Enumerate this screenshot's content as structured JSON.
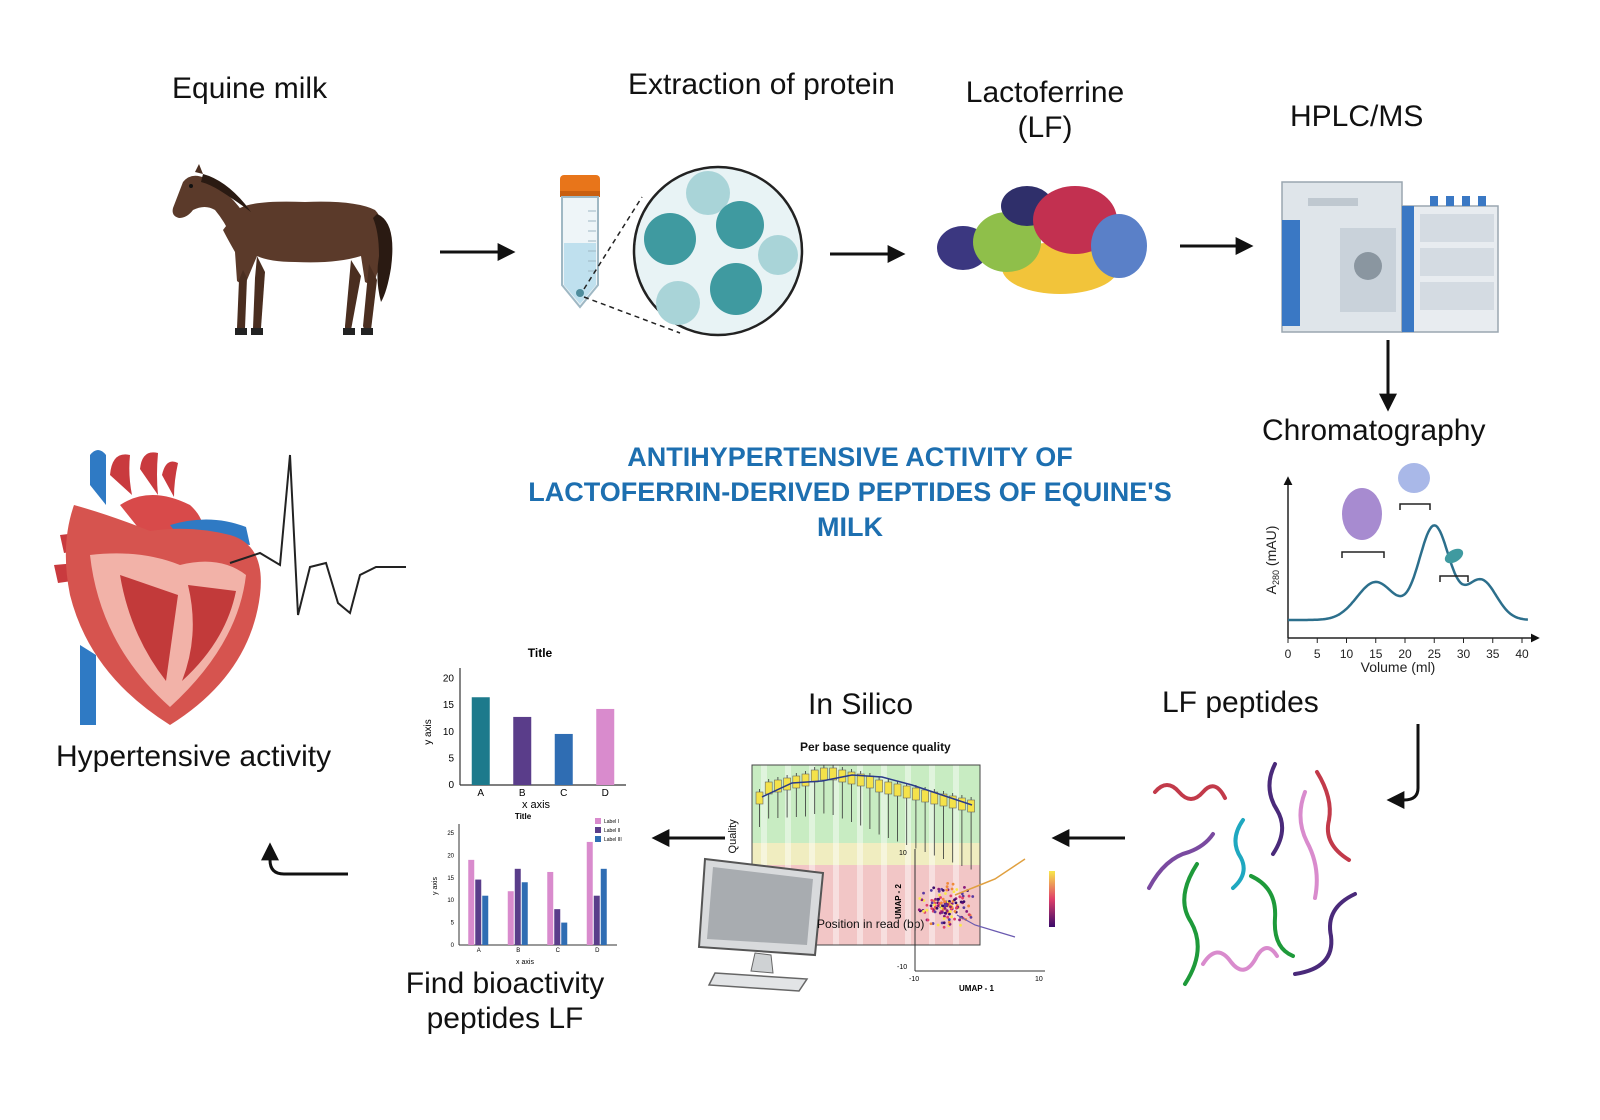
{
  "steps": {
    "equine_milk": "Equine milk",
    "extraction": "Extraction of protein",
    "lactoferrine_line1": "Lactoferrine",
    "lactoferrine_line2": "(LF)",
    "hplc": "HPLC/MS",
    "chromatography": "Chromatography",
    "lf_peptides": "LF peptides",
    "in_silico": "In Silico",
    "find_line1": "Find bioactivity",
    "find_line2": "peptides LF",
    "hypertensive": "Hypertensive activity"
  },
  "center_title": {
    "line1": "ANTIHYPERTENSIVE ACTIVITY OF",
    "line2": "LACTOFERRIN-DERIVED PEPTIDES OF EQUINE'S",
    "line3": "MILK",
    "color": "#1d6fb0"
  },
  "chromatogram": {
    "ylabel": "A280 (mAU)",
    "ylabel_main": "A",
    "ylabel_sub": "280",
    "ylabel_rest": " (mAU)",
    "xlabel": "Volume (ml)",
    "xticks": [
      "0",
      "5",
      "10",
      "15",
      "20",
      "25",
      "30",
      "35",
      "40"
    ],
    "line_color": "#2c6f8c"
  },
  "bar_chart_1": {
    "title": "Title",
    "xlabel": "x axis",
    "ylabel": "y axis",
    "categories": [
      "A",
      "B",
      "C",
      "D"
    ],
    "values": [
      16.5,
      12.8,
      9.6,
      14.3
    ],
    "colors": [
      "#1d7a8c",
      "#5a3d8a",
      "#2f6db3",
      "#d98bcd"
    ],
    "yticks": [
      "0",
      "5",
      "10",
      "15",
      "20"
    ],
    "ylim": [
      0,
      22
    ]
  },
  "bar_chart_2": {
    "title": "Title",
    "xlabel": "x axis",
    "ylabel": "y axis",
    "categories": [
      "A",
      "B",
      "C",
      "D"
    ],
    "series": [
      {
        "name": "Label I",
        "values": [
          19,
          12,
          16.3,
          23
        ],
        "color": "#d98bcd"
      },
      {
        "name": "Label II",
        "values": [
          14.6,
          17,
          8,
          11
        ],
        "color": "#5a3d8a"
      },
      {
        "name": "Label III",
        "values": [
          11,
          14,
          5,
          17
        ],
        "color": "#2f6db3"
      }
    ],
    "yticks": [
      "0",
      "5",
      "10",
      "15",
      "20",
      "25"
    ],
    "ylim": [
      0,
      27
    ]
  },
  "quality_plot": {
    "title": "Per base sequence quality",
    "ylabel": "Quality",
    "xlabel": "Position in read (bp)"
  },
  "umap_plot": {
    "xlabel": "UMAP - 1",
    "ylabel": "UMAP - 2",
    "xticks": [
      "-10",
      "10"
    ],
    "yticks": [
      "10",
      "-10"
    ]
  }
}
